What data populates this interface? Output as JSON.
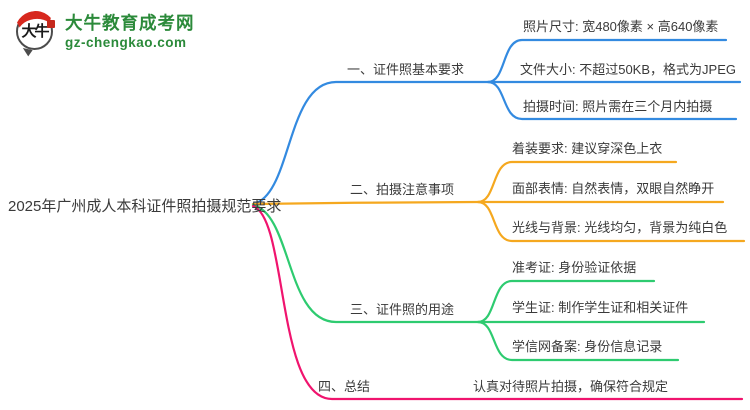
{
  "logo": {
    "bubble_text": "大牛",
    "title": "大牛教育成考网",
    "domain": "gz-chengkao.com"
  },
  "root": {
    "label": "2025年广州成人本科证件照拍摄规范要求"
  },
  "branches": [
    {
      "label": "一、证件照基本要求",
      "color": "#338ae0",
      "leaves": [
        "照片尺寸: 宽480像素 × 高640像素",
        "文件大小: 不超过50KB，格式为JPEG",
        "拍摄时间: 照片需在三个月内拍摄"
      ]
    },
    {
      "label": "二、拍摄注意事项",
      "color": "#f5a81f",
      "leaves": [
        "着装要求: 建议穿深色上衣",
        "面部表情: 自然表情，双眼自然睁开",
        "光线与背景: 光线均匀，背景为纯白色"
      ]
    },
    {
      "label": "三、证件照的用途",
      "color": "#2ecb70",
      "leaves": [
        "准考证: 身份验证依据",
        "学生证: 制作学生证和相关证件",
        "学信网备案: 身份信息记录"
      ]
    },
    {
      "label": "四、总结",
      "color": "#f0146e",
      "leaves": [
        "认真对待照片拍摄，确保符合规定"
      ]
    }
  ]
}
